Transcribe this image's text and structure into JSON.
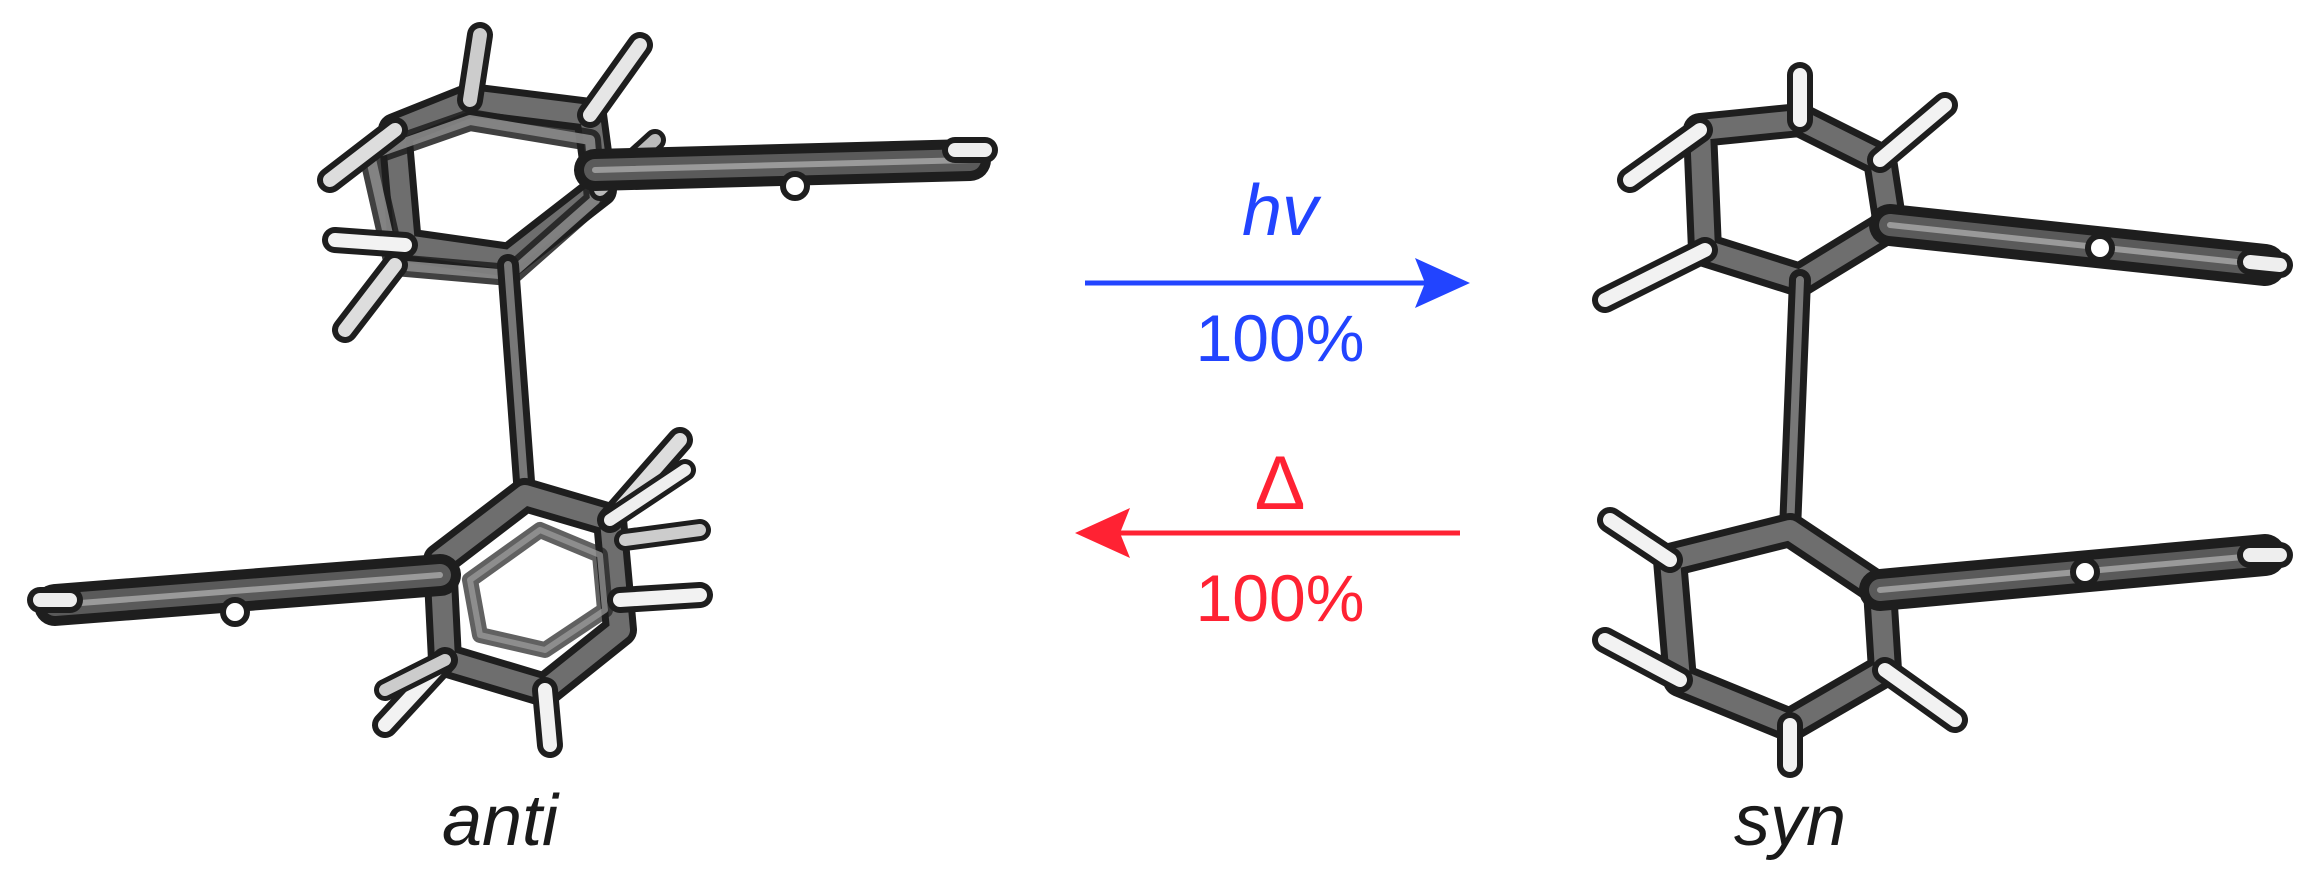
{
  "molecules": {
    "left_label": "anti",
    "right_label": "syn"
  },
  "forward_reaction": {
    "condition": "hv",
    "yield": "100%",
    "color": "#2244ff"
  },
  "reverse_reaction": {
    "condition": "Δ",
    "yield": "100%",
    "color": "#ff2233"
  },
  "colors": {
    "bond_dark": "#3a3a3a",
    "bond_light": "#7a7a7a",
    "hydrogen": "#ffffff",
    "hydrogen_outline": "#222222"
  }
}
